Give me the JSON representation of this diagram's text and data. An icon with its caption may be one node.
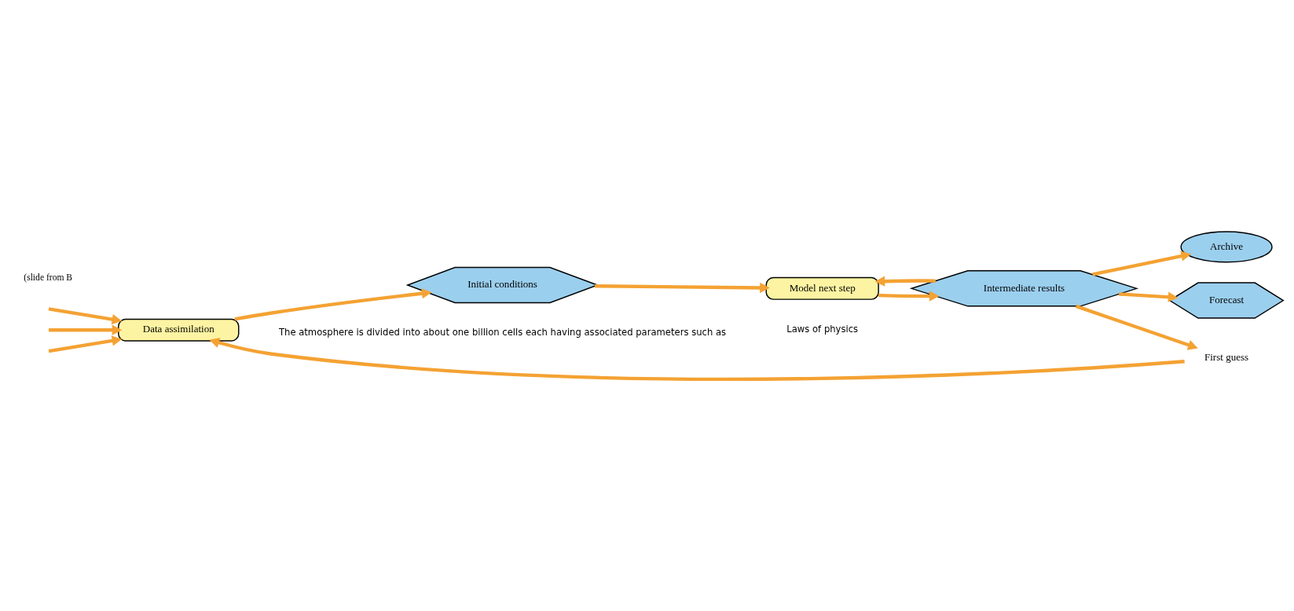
{
  "diagram": {
    "nodes": [
      {
        "text": [
          "Data assimilation"
        ]
      },
      {
        "text": [
          "Initial conditions"
        ],
        "beside": [
          "The atmosphere is divided into about one billion cells each having associated parameters such as"
        ]
      },
      {
        "text": [
          "Model next step"
        ],
        "beside": [
          "Laws of physics"
        ]
      },
      {
        "text": [
          "Intermediate results"
        ]
      },
      {
        "text": [
          "Archive"
        ]
      },
      {
        "text": [
          "Forecast"
        ]
      },
      {
        "text": [
          "First guess"
        ]
      }
    ],
    "edges": [
      {
        "from": null,
        "to": 0,
        "arrow": "to"
      },
      {
        "from": null,
        "to": 0,
        "arrow": "to"
      },
      {
        "from": null,
        "to": 0,
        "arrow": "to"
      },
      {
        "from": 0,
        "to": 1,
        "arrow": "to"
      },
      {
        "from": 1,
        "to": 2,
        "arrow": "to"
      },
      {
        "from": 2,
        "to": 3,
        "arrow": "to"
      },
      {
        "from": 3,
        "to": 2,
        "arrow": "to"
      },
      {
        "from": 3,
        "to": 6,
        "arrow": "to"
      },
      {
        "from": 6,
        "to": 0,
        "arrow": "to"
      },
      {
        "from": 3,
        "to": 4,
        "arrow": "to"
      },
      {
        "from": 3,
        "to": 5,
        "arrow": "to"
      }
    ],
    "labels": [
      "(slide from B"
    ]
  }
}
